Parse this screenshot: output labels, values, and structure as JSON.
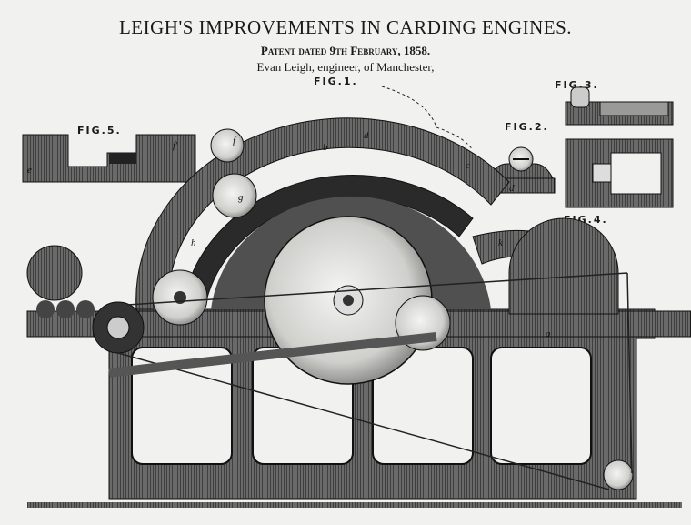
{
  "header": {
    "title": "LEIGH'S IMPROVEMENTS IN CARDING ENGINES.",
    "patent": "Patent dated 9th February, 1858.",
    "author": "Evan Leigh, engineer, of Manchester,"
  },
  "figures": {
    "fig1": "FIG.1.",
    "fig2": "FIG.2.",
    "fig3": "FIG.3.",
    "fig4": "FIG.4.",
    "fig5": "FIG.5."
  },
  "part_labels": {
    "a": "a",
    "b": "b",
    "c": "c",
    "d": "d",
    "d_prime": "d'",
    "e": "e",
    "f": "f",
    "f_prime": "f'",
    "g": "g",
    "h": "h",
    "k": "k"
  },
  "colors": {
    "ink": "#1a1a1a",
    "paper": "#f1f1ef",
    "shade": "#4a4a4a"
  }
}
